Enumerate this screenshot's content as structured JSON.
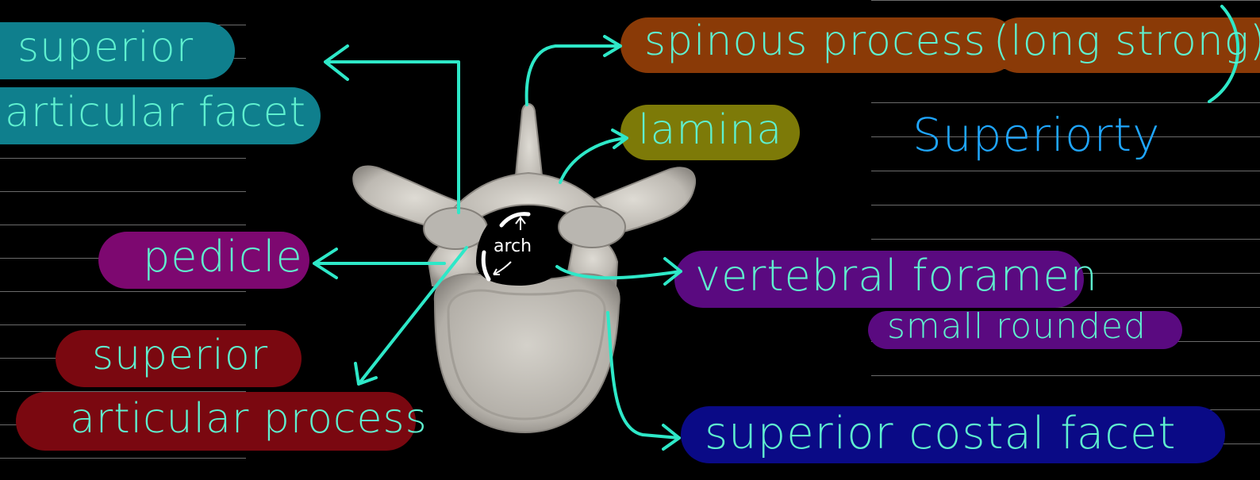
{
  "labels": {
    "spinous_process": "spinous process",
    "spinous_note": "(long strong)",
    "lamina": "lamina",
    "superiorly": "Superiorty",
    "superior_articular_facet_line1": "superior",
    "superior_articular_facet_line2": "articular facet",
    "pedicle": "pedicle",
    "arch": "arch",
    "vertebral_foramen": "vertebral foramen",
    "vertebral_foramen_note": "small rounded",
    "superior_articular_process_line1": "superior",
    "superior_articular_process_line2": "articular process",
    "superior_costal_facet": "superior costal facet"
  },
  "colors": {
    "background": "#000000",
    "ink_teal": "#5ff0cf",
    "ink_blue": "#1fa6ff",
    "teal_fill": "#0f7f8d",
    "orange_fill": "#8a3a07",
    "olive_fill": "#7d7a08",
    "magenta_fill": "#7d0870",
    "violet_fill": "#5a0a80",
    "red_fill": "#7a0810",
    "navy_fill": "#0a0a86",
    "bone": "#c9c6c0"
  }
}
